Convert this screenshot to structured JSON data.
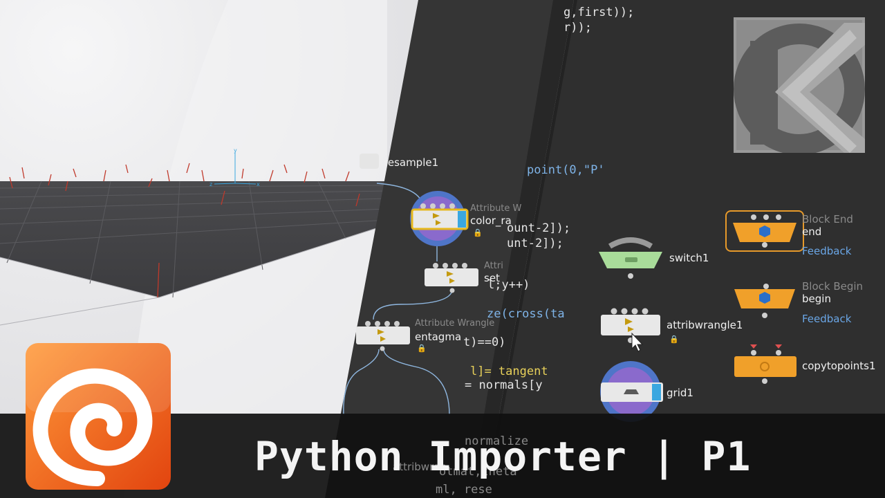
{
  "title": "Python Importer | P1",
  "code_lines": [
    {
      "text": "g,first));",
      "cls": ""
    },
    {
      "text": "r));",
      "cls": ""
    },
    {
      "text": "point(0,\"P'",
      "cls": "c-blue"
    },
    {
      "text": "ount-2]);",
      "cls": ""
    },
    {
      "text": "unt-2]);",
      "cls": ""
    },
    {
      "text": "l;y++)",
      "cls": ""
    },
    {
      "text": "ze(cross(ta",
      "cls": "c-blue"
    },
    {
      "text": "t)==0)",
      "cls": ""
    },
    {
      "text": "l]= tangent",
      "cls": "c-yellow"
    },
    {
      "text": "= normals[y",
      "cls": ""
    },
    {
      "text": "normalize",
      "cls": ""
    },
    {
      "text": "otmat,theta",
      "cls": ""
    },
    {
      "text": "ml, rese",
      "cls": ""
    }
  ],
  "nodes": {
    "resample": {
      "name": "resample1"
    },
    "color_ramp": {
      "type": "Attribute W",
      "name": "color_ra"
    },
    "set": {
      "type": "Attri",
      "name": "set"
    },
    "entagma": {
      "type": "Attribute Wrangle",
      "name": "entagma"
    },
    "attribwra_bottom": {
      "name": "attribwran"
    },
    "switch": {
      "name": "switch1"
    },
    "attribwrangle": {
      "name": "attribwrangle1"
    },
    "grid": {
      "name": "grid1"
    },
    "block_end": {
      "type": "Block End",
      "name": "end",
      "link": "Feedback"
    },
    "block_begin": {
      "type": "Block Begin",
      "name": "begin",
      "link": "Feedback"
    },
    "copytopoints": {
      "name": "copytopoints1"
    }
  },
  "colors": {
    "node_white": "#e8e8e8",
    "node_green": "#a9dc9a",
    "node_orange": "#f0a02a",
    "node_blue_core": "#2b6fc9",
    "wire": "#8fb7e0",
    "houdini_orange": "#f26a1b"
  },
  "icons": {
    "logo_left": "houdini-spiral-logo-icon",
    "logo_right": "entagma-k-logo-icon",
    "lock": "lock-icon",
    "cursor": "mouse-cursor-icon"
  }
}
